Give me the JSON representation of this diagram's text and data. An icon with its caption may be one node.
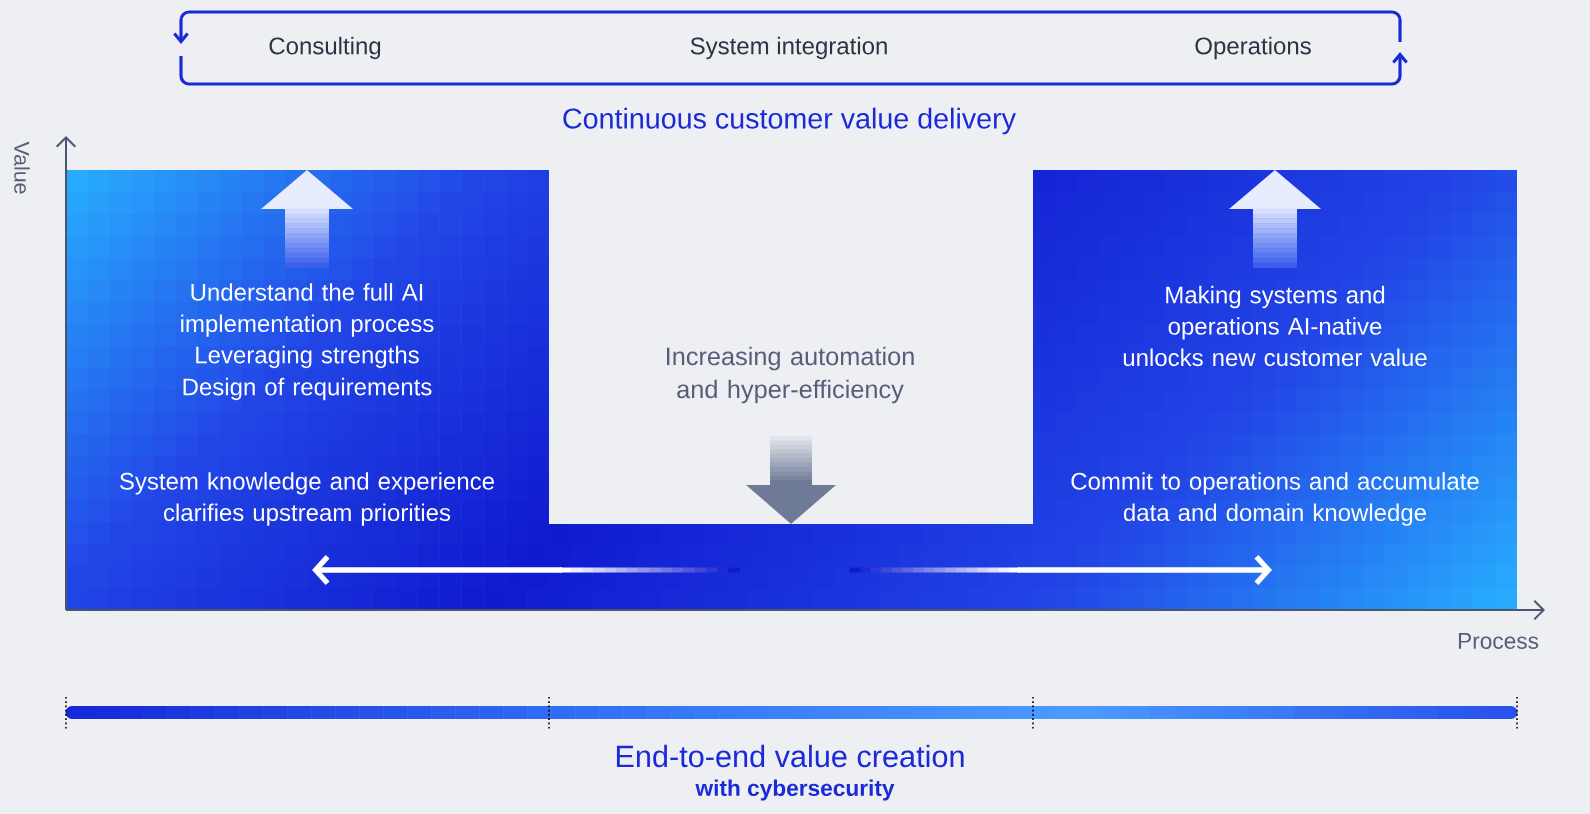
{
  "diagram": {
    "nodes": [
      {
        "text": [
          "Consulting",
          "System integration",
          "Operations"
        ]
      },
      {
        "text": [
          "Understand the full AI implementation process",
          "Leveraging strengths",
          "Design of requirements",
          "System knowledge and experience clarifies upstream priorities",
          "Making systems and operations AI-native unlocks new customer value",
          "Commit to operations and accumulate data and domain knowledge"
        ]
      }
    ],
    "labels": [
      "Continuous customer value delivery",
      "Value",
      "Increasing automation and hyper-efficiency",
      "Process",
      "End-to-end value creation",
      "with cybersecurity"
    ]
  }
}
